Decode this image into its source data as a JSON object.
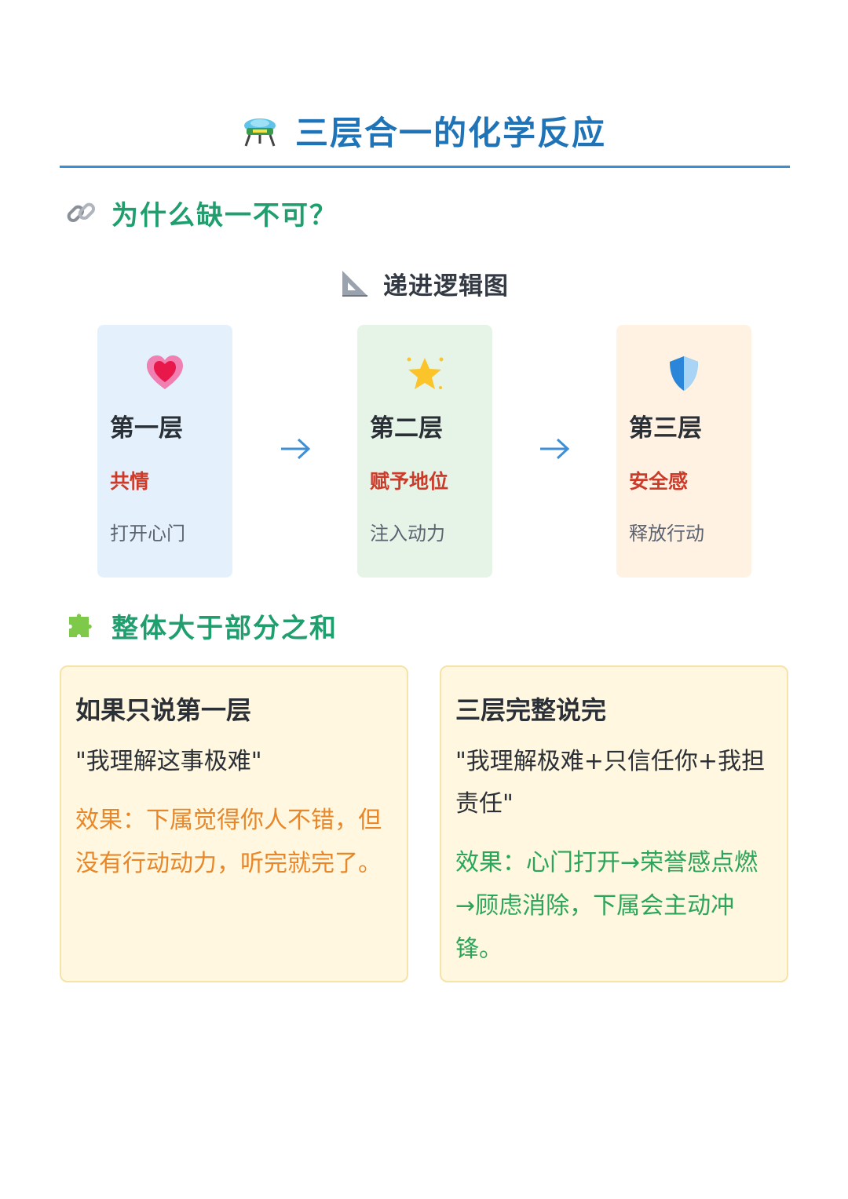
{
  "title": "三层合一的化学反应",
  "section1": {
    "title": "为什么缺一不可？"
  },
  "diagram": {
    "title": "递进逻辑图",
    "layers": [
      {
        "title": "第一层",
        "key": "共情",
        "desc": "打开心门",
        "bg": "#e4f1fc",
        "icon": "heart-icon"
      },
      {
        "title": "第二层",
        "key": "赋予地位",
        "desc": "注入动力",
        "bg": "#e6f4e8",
        "icon": "star-icon"
      },
      {
        "title": "第三层",
        "key": "安全感",
        "desc": "释放行动",
        "bg": "#fff2e2",
        "icon": "shield-icon"
      }
    ]
  },
  "section2": {
    "title": "整体大于部分之和"
  },
  "cards": [
    {
      "title": "如果只说第一层",
      "quote": "\"我理解这事极难\"",
      "effect": "效果：下属觉得你人不错，但没有行动动力，听完就完了。",
      "effect_color": "#e8872a"
    },
    {
      "title": "三层完整说完",
      "quote": "\"我理解极难+只信任你+我担责任\"",
      "effect": "效果：心门打开→荣誉感点燃→顾虑消除，下属会主动冲锋。",
      "effect_color": "#2aa55a"
    }
  ],
  "colors": {
    "accent_blue": "#1f73b7",
    "section_green": "#1f9e6e",
    "key_red": "#cc3a2a"
  }
}
